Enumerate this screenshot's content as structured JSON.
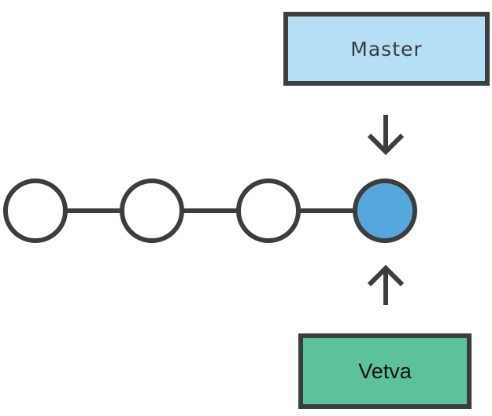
{
  "diagram": {
    "master_label": "Master",
    "branch_label": "Vetva",
    "commit_count": 4,
    "head_commit_index": 3
  },
  "colors": {
    "stroke": "#3d3d3d",
    "commit_fill": "#ffffff",
    "head_commit_fill": "#55a7dc",
    "master_box_fill": "#b4dff4",
    "branch_box_fill": "#5cc29a"
  },
  "icons": {
    "master_pointer": "arrow-down-icon",
    "branch_pointer": "arrow-up-icon"
  }
}
